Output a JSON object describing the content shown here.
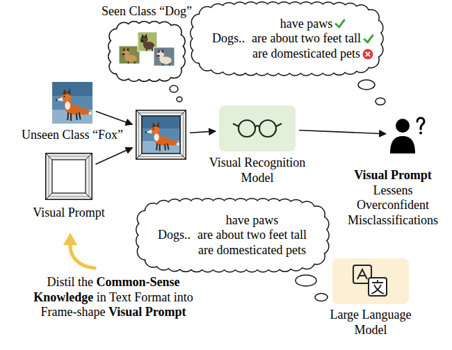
{
  "diagram": {
    "nodes": [
      {
        "text": [
          "Seen Class “Dog”"
        ]
      },
      {
        "text": [
          "Dogs..",
          "have paws",
          "are about two feet tall",
          "are domesticated pets"
        ]
      },
      {
        "text": [
          "Unseen Class “Fox”"
        ]
      },
      {
        "text": [
          "Visual Prompt"
        ]
      },
      {
        "text": []
      },
      {
        "text": [
          "Visual Recognition Model"
        ]
      },
      {
        "text": [
          "Visual Prompt",
          "Lessens Overconfident Misclassifications"
        ]
      },
      {
        "text": [
          "Dogs..",
          "have paws",
          "are about two feet tall",
          "are domesticated pets"
        ]
      },
      {
        "text": [
          "Large Language Model"
        ]
      }
    ],
    "edges": [
      {
        "from": 2,
        "to": 4,
        "arrow": "to"
      },
      {
        "from": 3,
        "to": 4,
        "arrow": "to"
      },
      {
        "from": 4,
        "to": 5,
        "arrow": "to"
      },
      {
        "from": 5,
        "to": 6,
        "arrow": "to"
      }
    ],
    "labels": [
      "Distil the",
      "Common-Sense Knowledge",
      "in Text Format into Frame-shape",
      "Visual Prompt"
    ]
  }
}
